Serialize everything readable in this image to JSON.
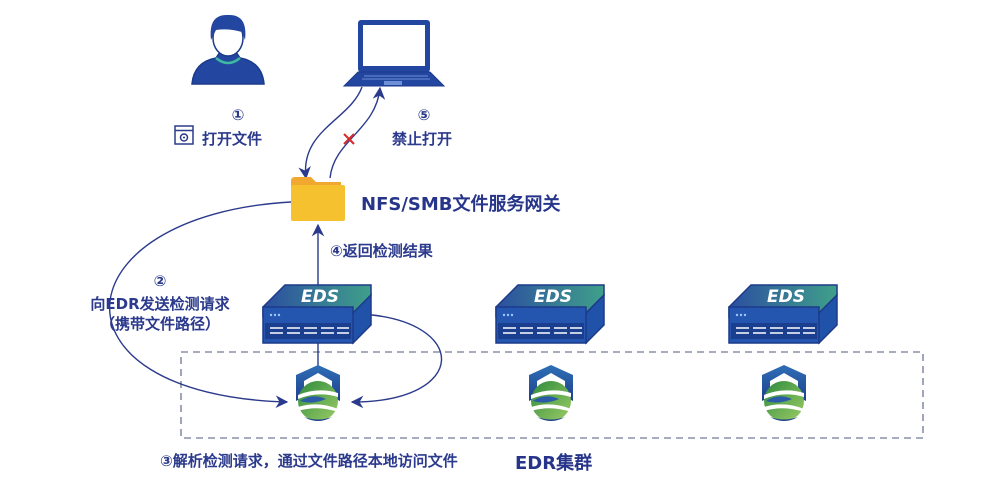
{
  "diagram": {
    "colors": {
      "primary": "#2b3a8c",
      "folder": "#f5c12e",
      "folder_tab": "#f0a830",
      "green": "#4caf50",
      "cross": "#d62b2b",
      "dash": "#8a8fa8"
    },
    "user": {
      "icon": "user-icon"
    },
    "laptop": {
      "icon": "laptop-icon"
    },
    "steps": {
      "s1": {
        "num": "①",
        "label": "打开文件"
      },
      "s2": {
        "num": "②",
        "label_line1": "向EDR发送检测请求",
        "label_line2": "（携带文件路径）"
      },
      "s3": {
        "label": "③解析检测请求，通过文件路径本地访问文件"
      },
      "s4": {
        "label": "④返回检测结果"
      },
      "s5": {
        "num": "⑤",
        "label": "禁止打开"
      }
    },
    "gateway": {
      "label": "NFS/SMB文件服务网关"
    },
    "servers": [
      {
        "label": "EDS"
      },
      {
        "label": "EDS"
      },
      {
        "label": "EDS"
      }
    ],
    "cluster": {
      "label": "EDR集群"
    }
  }
}
